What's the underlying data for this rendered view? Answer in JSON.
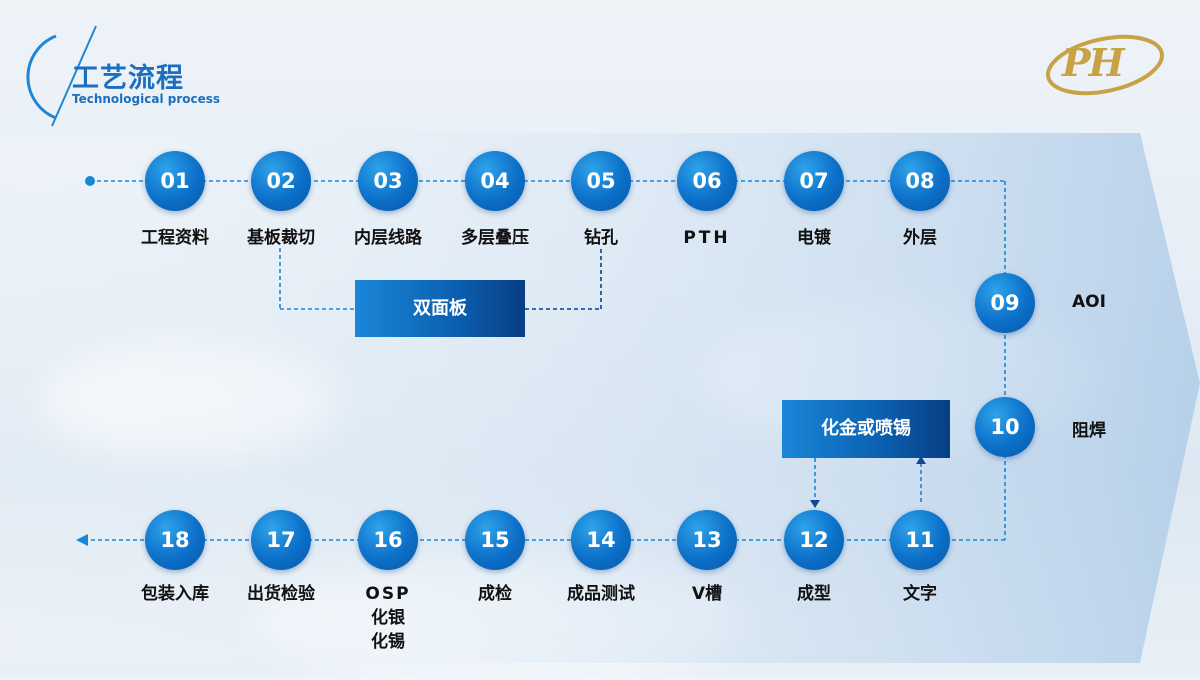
{
  "header": {
    "title": "工艺流程",
    "subtitle": "Technological process"
  },
  "logo": {
    "text": "PH"
  },
  "colors": {
    "accent": "#0c6fc8",
    "logo_gold": "#c9a246"
  },
  "steps": [
    {
      "num": "01",
      "label": "工程资料"
    },
    {
      "num": "02",
      "label": "基板裁切"
    },
    {
      "num": "03",
      "label": "内层线路"
    },
    {
      "num": "04",
      "label": "多层叠压"
    },
    {
      "num": "05",
      "label": "钻孔"
    },
    {
      "num": "06",
      "label": "PTH"
    },
    {
      "num": "07",
      "label": "电镀"
    },
    {
      "num": "08",
      "label": "外层"
    },
    {
      "num": "09",
      "label": "AOI"
    },
    {
      "num": "10",
      "label": "阻焊"
    },
    {
      "num": "11",
      "label": "文字"
    },
    {
      "num": "12",
      "label": "成型"
    },
    {
      "num": "13",
      "label": "V槽"
    },
    {
      "num": "14",
      "label": "成品测试"
    },
    {
      "num": "15",
      "label": "成检"
    },
    {
      "num": "16",
      "label": "OSP",
      "label2": "化银",
      "label3": "化锡"
    },
    {
      "num": "17",
      "label": "出货检验"
    },
    {
      "num": "18",
      "label": "包装入库"
    }
  ],
  "boxes": {
    "double_sided": "双面板",
    "surface_finish": "化金或喷锡"
  }
}
